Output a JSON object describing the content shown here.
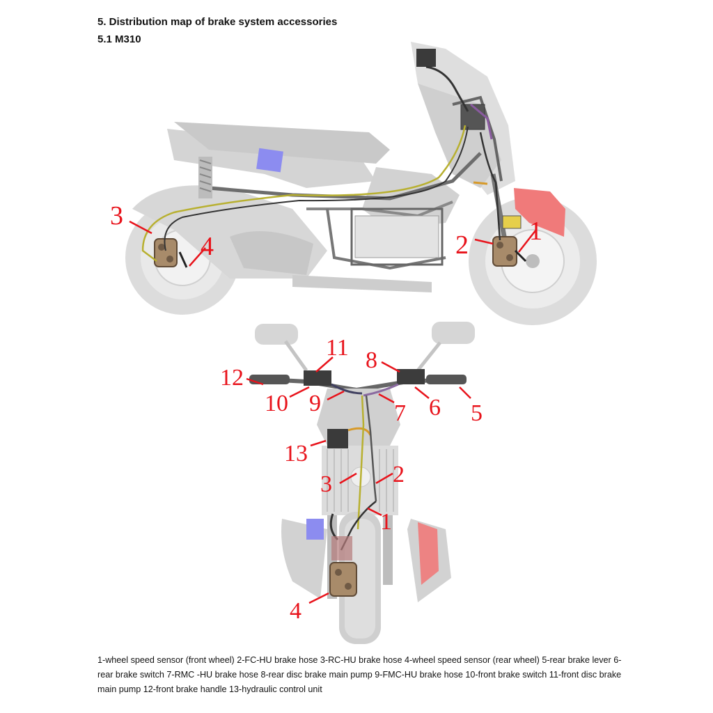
{
  "heading": {
    "title": "5. Distribution map of brake system accessories",
    "model": "5.1 M310"
  },
  "side_view": {
    "callouts": [
      "3",
      "4",
      "2",
      "1"
    ]
  },
  "front_view": {
    "callouts": [
      "11",
      "8",
      "12",
      "10",
      "9",
      "7",
      "6",
      "5",
      "13",
      "3",
      "2",
      "1",
      "4"
    ]
  },
  "caption": "1-wheel speed sensor (front wheel) 2-FC-HU brake hose 3-RC-HU brake hose 4-wheel speed sensor (rear wheel) 5-rear brake lever 6-rear brake switch 7-RMC -HU brake hose 8-rear disc brake main pump 9-FMC-HU brake hose 10-front brake switch 11-front disc brake main pump 12-front brake handle 13-hydraulic control unit",
  "colors": {
    "callout_red": "#e8131b",
    "body_grey": "#d9d9d9",
    "frame_dark": "#555555",
    "hose_yellow": "#b8b030",
    "fender_red": "#f07a7a",
    "battery_blue": "#7f7fe8"
  }
}
